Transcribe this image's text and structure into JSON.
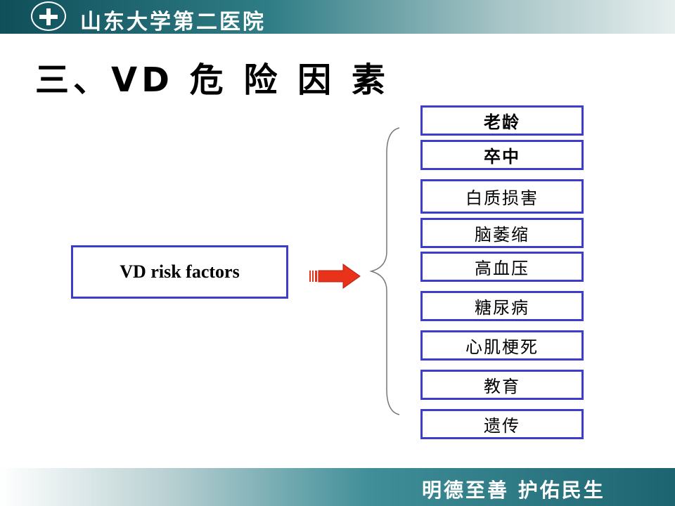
{
  "header": {
    "hospital_name": "山东大学第二医院"
  },
  "title": "三、VD 危 险 因 素",
  "source_label": "VD risk factors",
  "factors": [
    {
      "label": "老龄",
      "bold": true
    },
    {
      "label": "卒中",
      "bold": true
    },
    {
      "label": "白质损害",
      "bold": false
    },
    {
      "label": "脑萎缩",
      "bold": false
    },
    {
      "label": "高血压",
      "bold": false
    },
    {
      "label": "糖尿病",
      "bold": false
    },
    {
      "label": "心肌梗死",
      "bold": false
    },
    {
      "label": "教育",
      "bold": false
    },
    {
      "label": "遗传",
      "bold": false
    }
  ],
  "footer": {
    "slogan": "明德至善  护佑民生"
  },
  "colors": {
    "box_border": "#3d3dcc",
    "arrow_fill": "#e8321a",
    "header_dark": "#0f4f5a",
    "footer_dark": "#1c6470"
  }
}
